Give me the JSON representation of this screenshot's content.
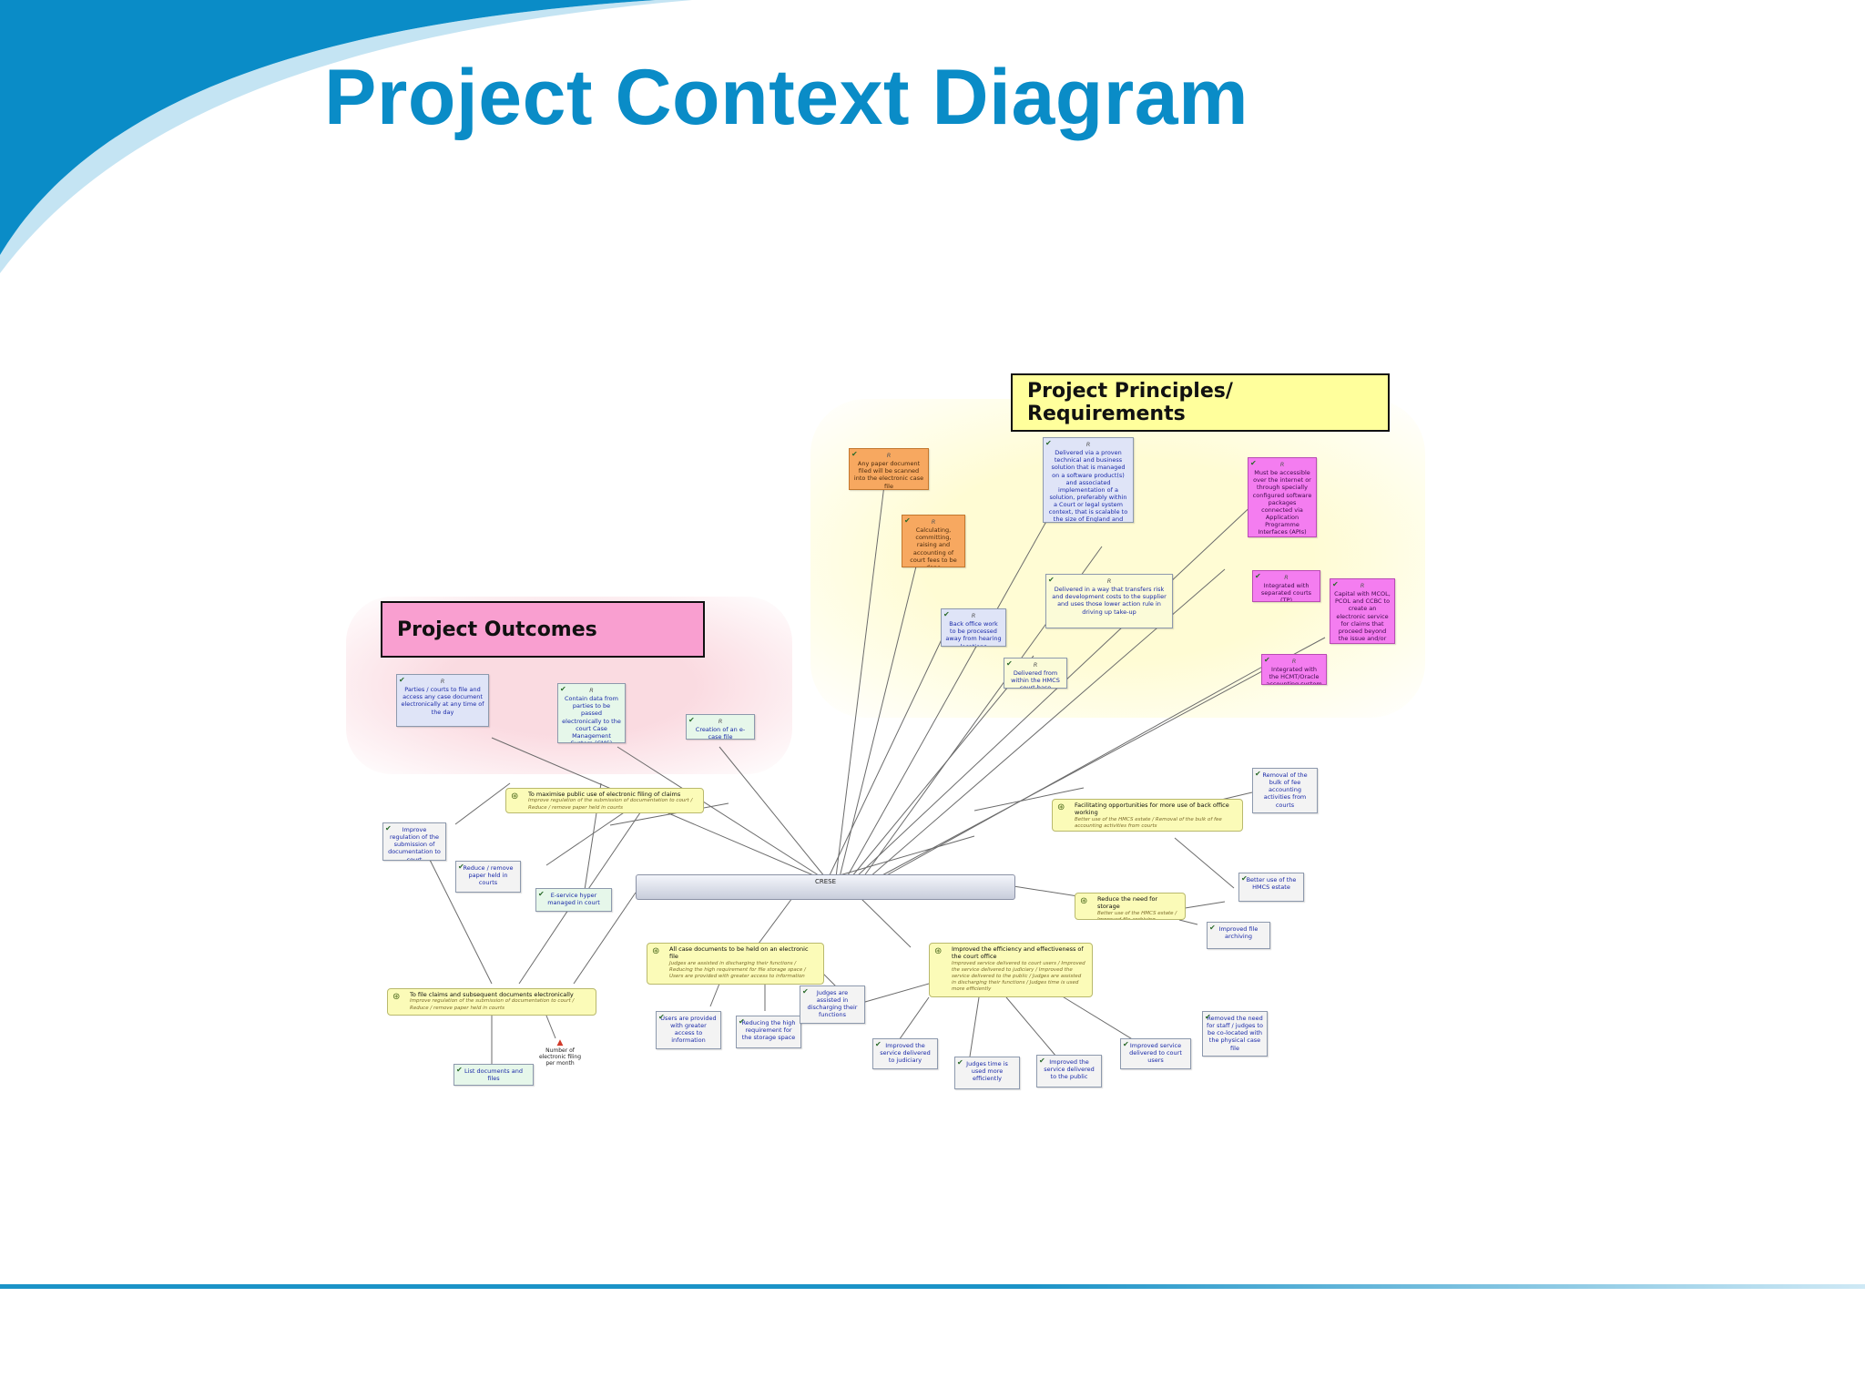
{
  "slide": {
    "title": "Project Context Diagram"
  },
  "colors": {
    "brand_blue": "#0a8cc7",
    "outcomes_box": "#f99fd0",
    "principles_box": "#ffff9c"
  },
  "diagram": {
    "headings": {
      "outcomes": "Project Outcomes",
      "principles": "Project Principles/ Requirements"
    },
    "center_label": "CRESE",
    "principle_nodes": [
      "Any paper document filed will be scanned into the electronic case file",
      "Calculating, committing, raising and accounting of court fees to be done electronically",
      "Delivered via a proven technical and business solution that is managed on a software product(s) and associated implementation of a solution, preferably within a Court or legal system context, that is scalable to the size of England and Wales",
      "Must be accessible over the internet or through specially configured software packages connected via Application Programme Interfaces (APIs)",
      "Back office work to be processed away from hearing locations",
      "Delivered in a way that transfers risk and development costs to the supplier and uses those lower action rule in driving up take-up",
      "Integrated with separated courts (TP)",
      "Delivered from within the HMCS court base",
      "Capital with MCOL, PCOL and CCBC to create an electronic service for claims that proceed beyond the issue and/or defence stage",
      "Integrated with the HCMT/Oracle accounting system"
    ],
    "outcome_nodes": [
      "Parties / courts to file and access any case document electronically at any time of the day",
      "Contain data from parties to be passed electronically to the court Case Management System (CMS)",
      "Creation of an e-case file"
    ],
    "goals": {
      "g1": {
        "title": "To maximise public use of electronic filing of claims",
        "sub": "Improve regulation of the submission of documentation to court / Reduce / remove paper held in courts"
      },
      "g2": {
        "title": "To file claims and subsequent documents electronically",
        "sub": "Improve regulation of the submission of documentation to court / Reduce / remove paper held in courts"
      },
      "g3": {
        "title": "All case documents to be held on an electronic file",
        "sub": "Judges are assisted in discharging their functions / Reducing the high requirement for file storage space / Users are provided with greater access to information"
      },
      "g4": {
        "title": "Improved the efficiency and effectiveness of the court office",
        "sub": "Improved service delivered to court users / Improved the service delivered to judiciary / Improved the service delivered to the public / Judges are assisted in discharging their functions / Judges time is used more efficiently"
      },
      "g5": {
        "title": "Facilitating opportunities for more use of back office working",
        "sub": "Better use of the HMCS estate / Removal of the bulk of fee accounting activities from courts"
      },
      "g6": {
        "title": "Reduce the need for storage",
        "sub": "Better use of the HMCS estate / Improved file archiving"
      }
    },
    "leaf_nodes": {
      "improve_regulation": "Improve regulation of the submission of documentation to court",
      "reduce_paper": "Reduce / remove paper held in courts",
      "eservice": "E-service hyper managed in court",
      "users_access": "Users are provided with greater access to information",
      "reduce_storage": "Reducing the high requirement for the storage space",
      "judges_assisted": "Judges are assisted in discharging their functions",
      "service_judiciary": "Improved the service delivered to judiciary",
      "judges_time": "Judges time is used more efficiently",
      "service_public": "Improved the service delivered to the public",
      "service_users": "Improved service delivered to court users",
      "removal_fees": "Removal of the bulk of fee accounting activities from courts",
      "better_estate": "Better use of the HMCS estate",
      "file_archiving": "Improved file archiving",
      "staff_judges": "Removed the need for staff / judges to be co-located with the physical case file",
      "list_docs": "List documents and files",
      "measure": "Number of electronic filing per month"
    }
  }
}
